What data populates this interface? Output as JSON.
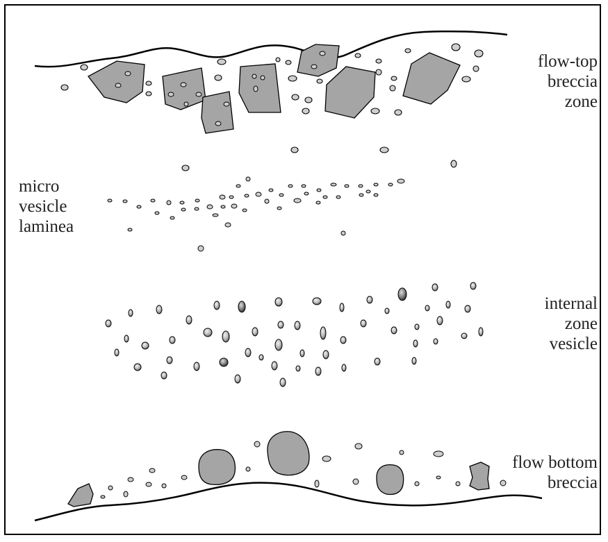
{
  "labels": {
    "flow_top": [
      "flow-top",
      "breccia",
      "zone"
    ],
    "micro_vesicle": [
      "micro",
      "vesicle",
      "laminea"
    ],
    "internal_zone": [
      "internal",
      "zone",
      "vesicle"
    ],
    "flow_bottom": [
      "flow bottom",
      "breccia"
    ]
  },
  "colors": {
    "clast_fill": "#a5a5a5",
    "vesicle_fill": "#cfcfcf",
    "line": "#000000",
    "label": "#222222"
  }
}
